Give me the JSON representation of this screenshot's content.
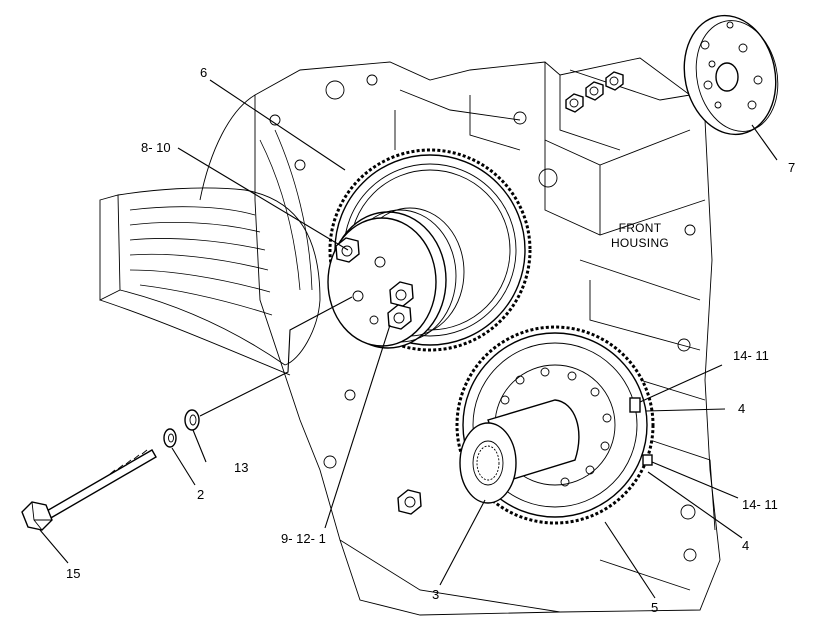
{
  "housing": {
    "line1": "FRONT",
    "line2": "HOUSING"
  },
  "callouts": [
    {
      "id": "c6",
      "text": "6"
    },
    {
      "id": "c8-10",
      "text": "8- 10"
    },
    {
      "id": "c7",
      "text": "7"
    },
    {
      "id": "c14-11a",
      "text": "14- 11"
    },
    {
      "id": "c4a",
      "text": "4"
    },
    {
      "id": "c14-11b",
      "text": "14- 11"
    },
    {
      "id": "c4b",
      "text": "4"
    },
    {
      "id": "c5",
      "text": "5"
    },
    {
      "id": "c3",
      "text": "3"
    },
    {
      "id": "c9-12-1",
      "text": "9- 12- 1"
    },
    {
      "id": "c13",
      "text": "13"
    },
    {
      "id": "c2",
      "text": "2"
    },
    {
      "id": "c15",
      "text": "15"
    }
  ]
}
